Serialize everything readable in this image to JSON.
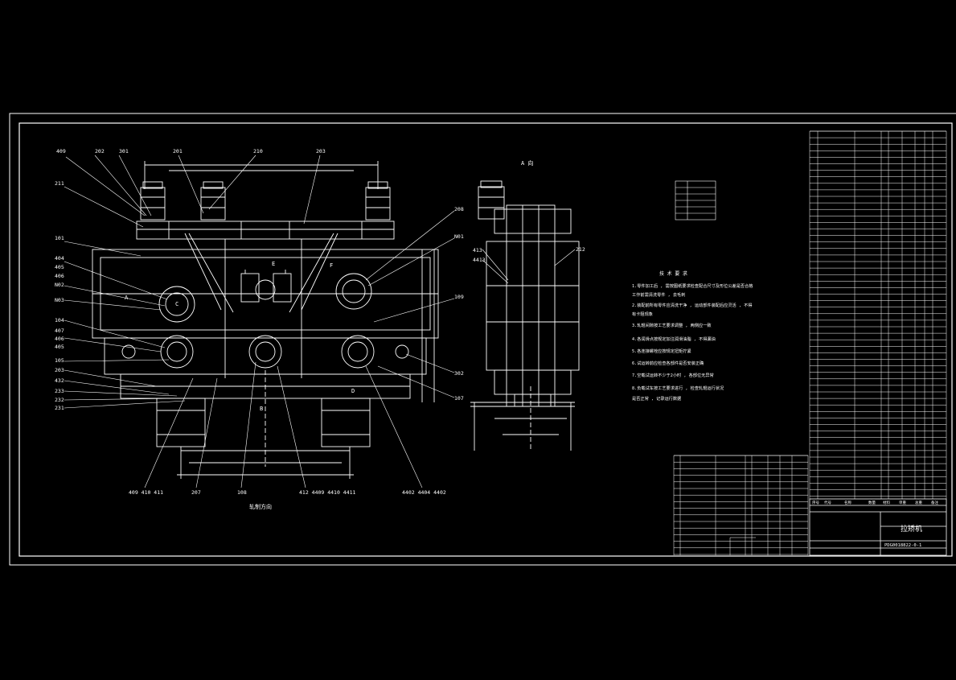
{
  "colors": {
    "background": "#000000",
    "line": "#ffffff",
    "line_dim": "#cfcfcf"
  },
  "main_view": {
    "callouts_top": [
      "409",
      "202",
      "301",
      "201",
      "210",
      "203"
    ],
    "callouts_left": [
      "211",
      "101",
      "404",
      "405",
      "406",
      "N02",
      "N03",
      "104",
      "407",
      "406",
      "405",
      "105",
      "203",
      "432",
      "233",
      "232",
      "231"
    ],
    "callouts_right": [
      "208",
      "N01",
      "109",
      "302",
      "107"
    ],
    "callouts_bottom": [
      "409 410 411",
      "207",
      "108",
      "412 4409 4410 4411",
      "4402 4404 4402"
    ],
    "section_marks": [
      "A",
      "B",
      "C",
      "D",
      "E",
      "F"
    ],
    "caption": "轧制方向"
  },
  "view_a": {
    "title": "A 向",
    "callouts": [
      "413",
      "4413",
      "212"
    ]
  },
  "tech_requirements": {
    "heading": "技 术 要 求",
    "lines": [
      "1.零件加工后 , 需按图纸要求检查配合尺寸及形位公差是否合格",
      "  工作前需清洗零件 , 去毛刺",
      "2.装配前所有零件应清洗干净 , 运动部件装配后应灵活 , 不得",
      "  有卡阻现象",
      "3.轧辊间隙按工艺要求调整 , 两侧应一致",
      "4.各润滑点按规定加注润滑油脂 , 不得漏油",
      "5.各连接螺栓应按规定扭矩拧紧",
      "6.试运转前应检查各部件是否安装正确",
      "7.空载试运转不少于2小时 , 各部位无异常",
      "8.负载试车按工艺要求进行 , 检查轧辊运行状况",
      "  是否正常 , 记录运行数据"
    ]
  },
  "title_block": {
    "drawing_name": "拉矫机",
    "drawing_number": "PDG0018822-0-1",
    "columns": [
      "序号",
      "代号",
      "名称",
      "数量",
      "材料",
      "单重",
      "总重",
      "备注"
    ]
  }
}
